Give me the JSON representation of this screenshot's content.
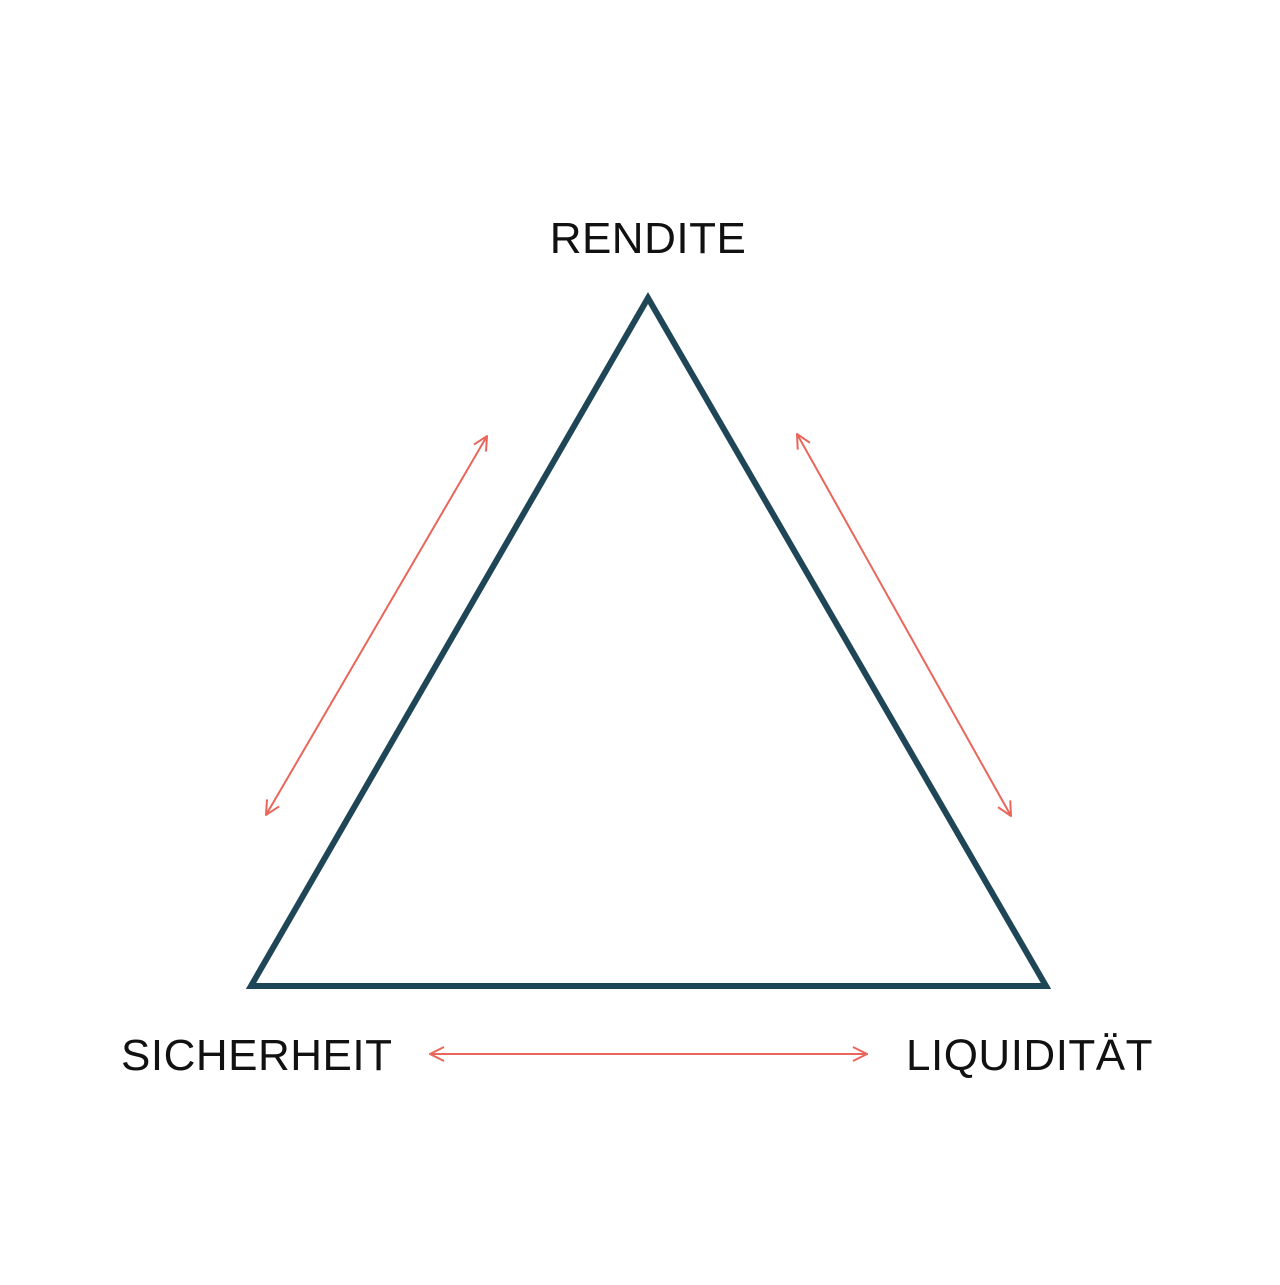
{
  "vertices": {
    "top": "RENDITE",
    "bottom_left": "SICHERHEIT",
    "bottom_right": "LIQUIDITÄT"
  },
  "colors": {
    "triangle_stroke": "#1F4656",
    "arrow_stroke": "#E8665A",
    "text": "#111111",
    "background": "#ffffff"
  }
}
